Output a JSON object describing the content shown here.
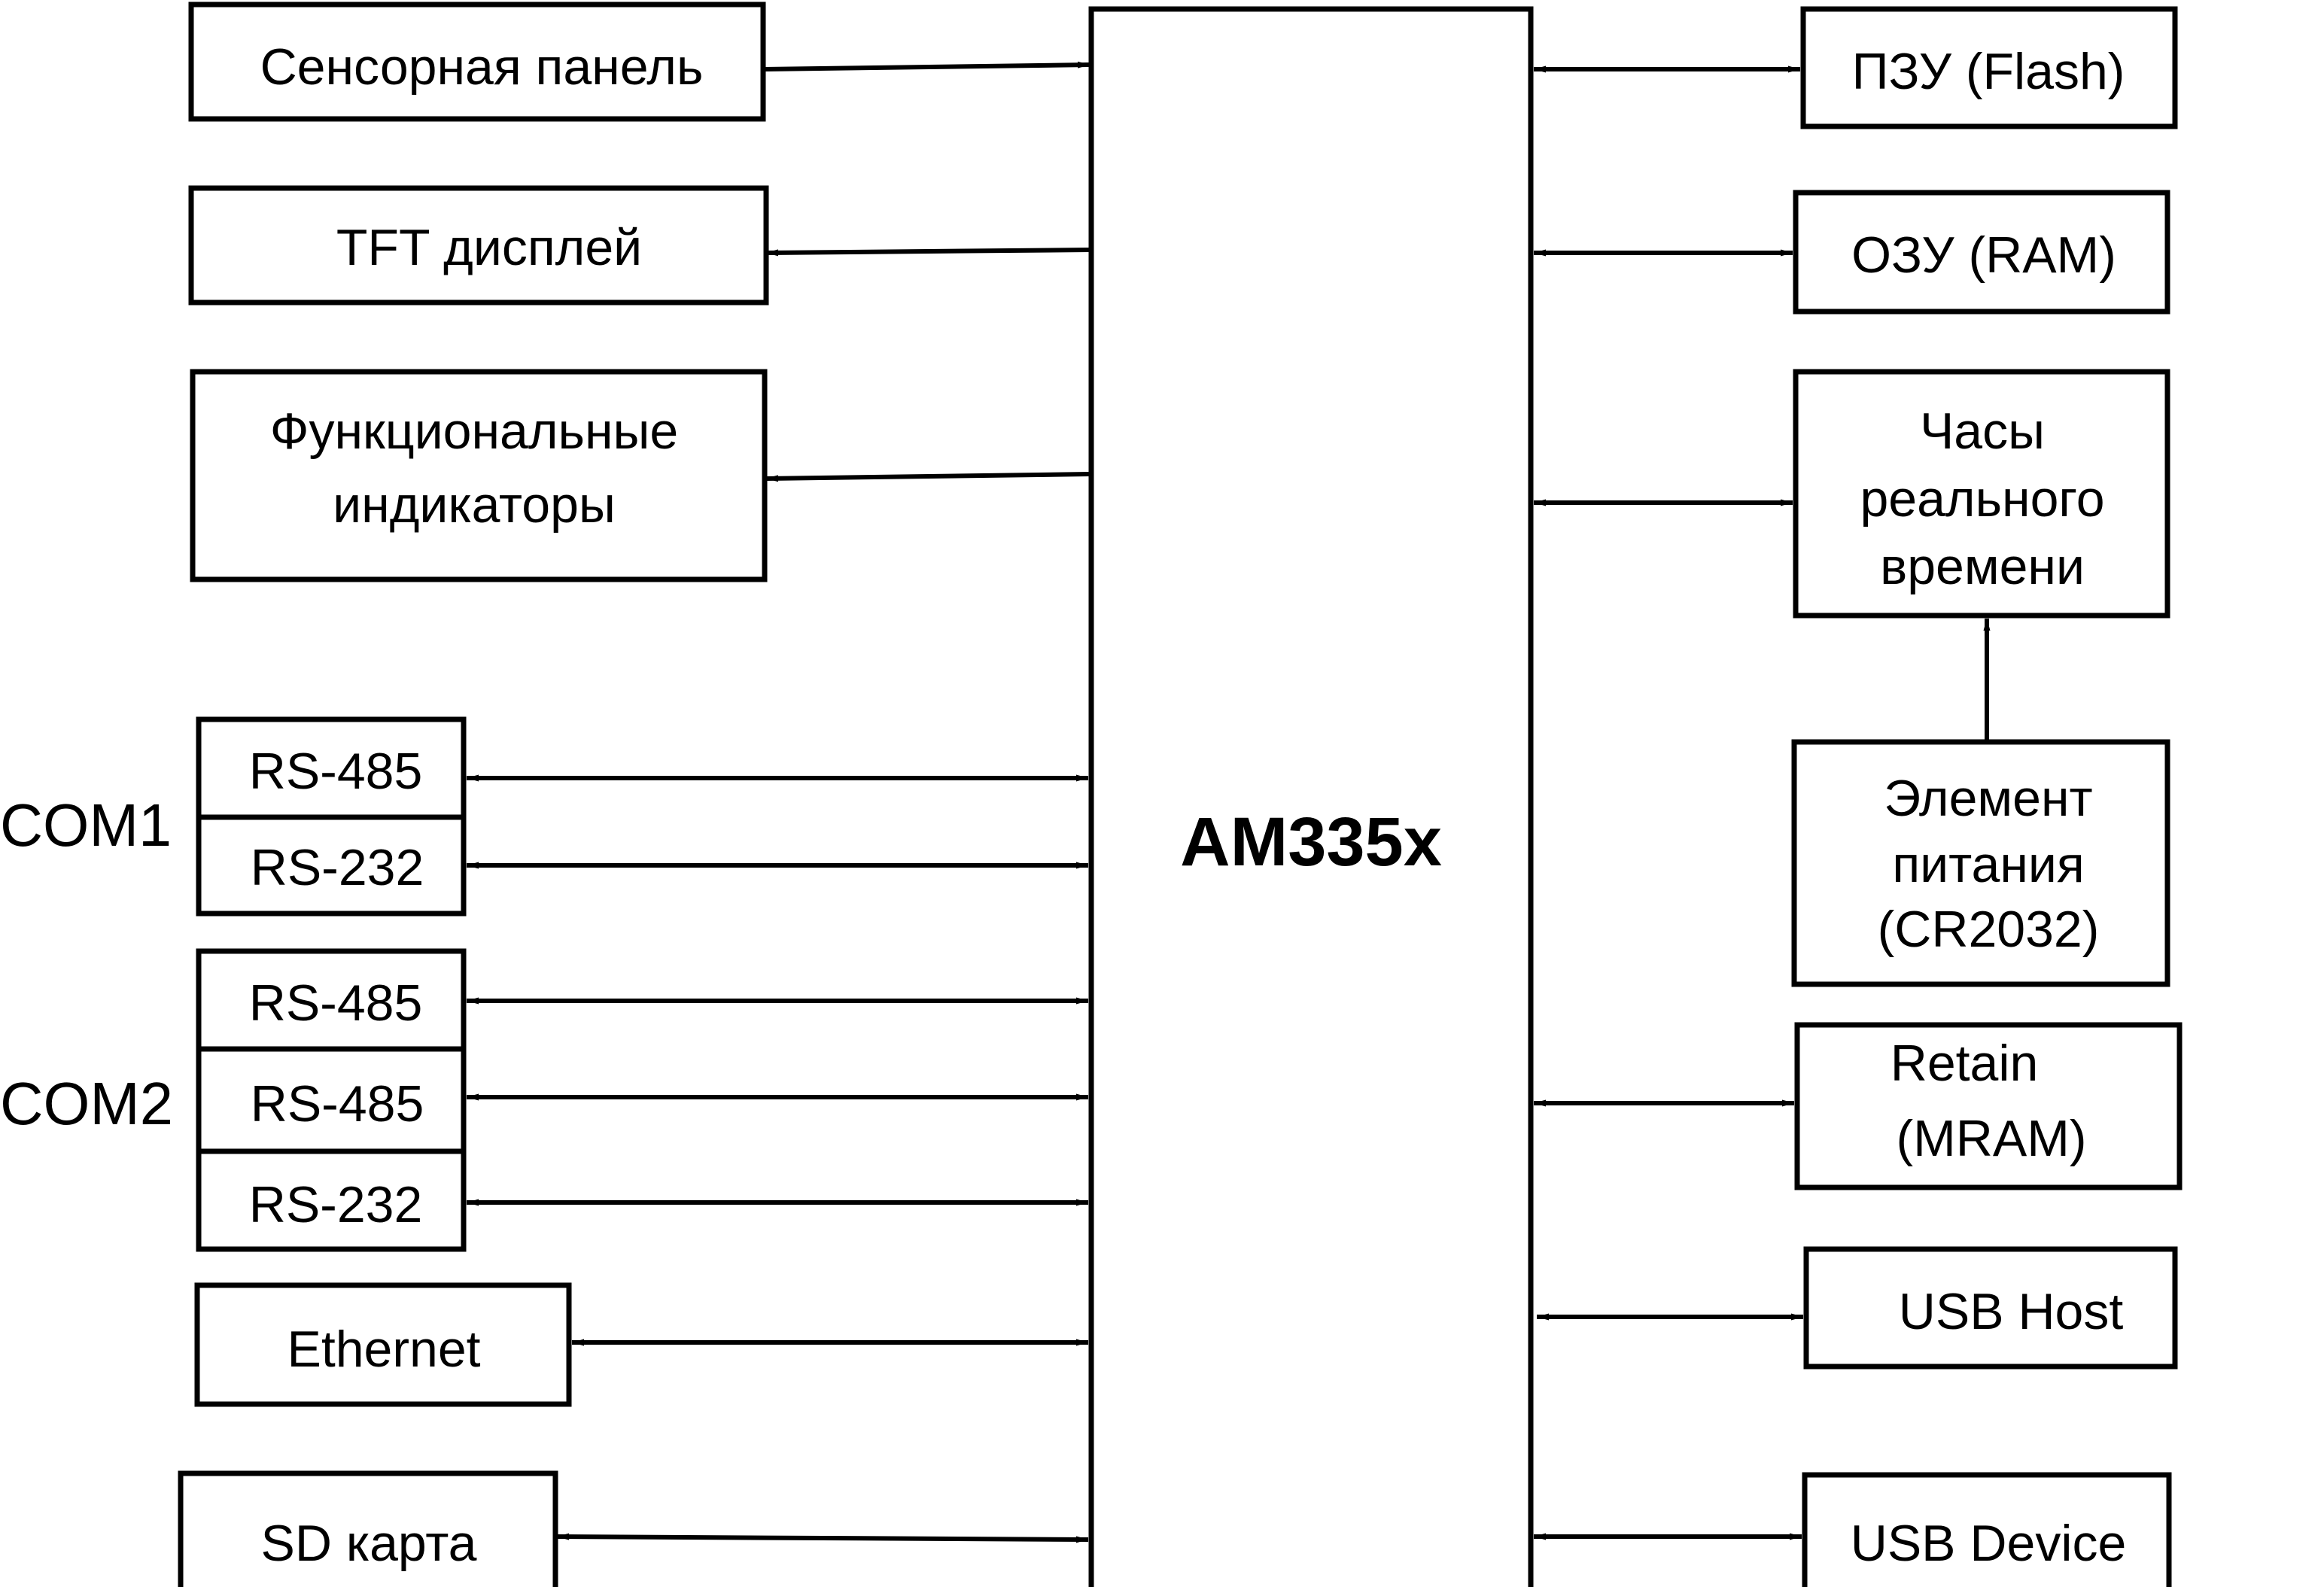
{
  "diagram": {
    "processor": "AM335x",
    "left_blocks": {
      "touch_panel": "Сенсорная панель",
      "tft_display": "TFT дисплей",
      "indicators": [
        "Функциональные",
        "индикаторы"
      ],
      "ethernet": "Ethernet",
      "sd_card": "SD карта"
    },
    "com1": {
      "label": "COM1",
      "ports": [
        "RS-485",
        "RS-232"
      ]
    },
    "com2": {
      "label": "COM2",
      "ports": [
        "RS-485",
        "RS-485",
        "RS-232"
      ]
    },
    "right_blocks": {
      "rom": "ПЗУ (Flash)",
      "ram": "ОЗУ (RAM)",
      "rtc": [
        "Часы",
        "реального",
        "времени"
      ],
      "battery": [
        "Элемент",
        "питания",
        "(CR2032)"
      ],
      "retain": [
        "Retain",
        "(MRAM)"
      ],
      "usb_host": "USB Host",
      "usb_device": "USB Device"
    }
  }
}
